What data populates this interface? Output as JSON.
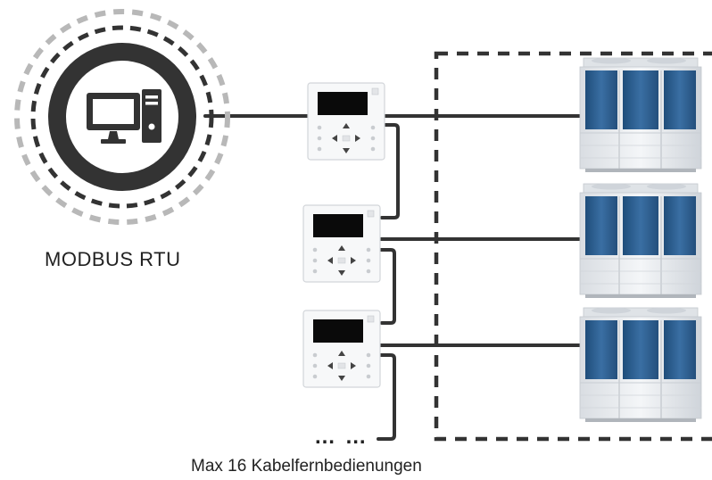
{
  "modbus_label": "MODBUS RTU",
  "caption": "Max 16 Kabelfernbedienungen",
  "continuation": "… …",
  "icons": {
    "pc": "desktop-computer-icon",
    "controller": "wired-controller",
    "unit": "outdoor-hvac-unit"
  },
  "colors": {
    "line": "#333333",
    "circle_dark": "#333333",
    "circle_dash_outer": "#b8b8b8",
    "unit_panel": "#2f5f8f",
    "unit_body": "#e9ecef"
  }
}
